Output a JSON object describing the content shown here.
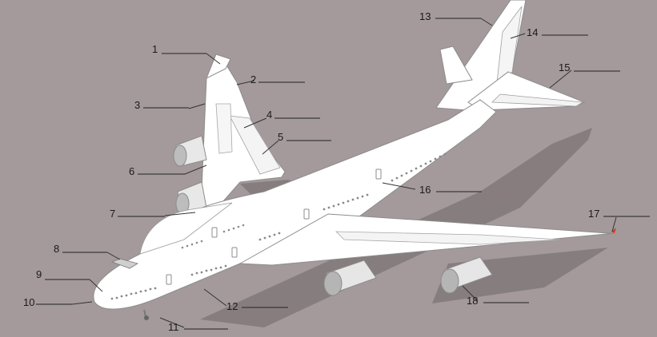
{
  "diagram": {
    "subject": "airplane-part-labels",
    "callouts": [
      {
        "id": "1",
        "label": "1",
        "answer": ""
      },
      {
        "id": "2",
        "label": "2",
        "answer": ""
      },
      {
        "id": "3",
        "label": "3",
        "answer": ""
      },
      {
        "id": "4",
        "label": "4",
        "answer": ""
      },
      {
        "id": "5",
        "label": "5",
        "answer": ""
      },
      {
        "id": "6",
        "label": "6",
        "answer": ""
      },
      {
        "id": "7",
        "label": "7",
        "answer": ""
      },
      {
        "id": "8",
        "label": "8",
        "answer": ""
      },
      {
        "id": "9",
        "label": "9",
        "answer": ""
      },
      {
        "id": "10",
        "label": "10",
        "answer": ""
      },
      {
        "id": "11",
        "label": "11",
        "answer": ""
      },
      {
        "id": "12",
        "label": "12",
        "answer": ""
      },
      {
        "id": "13",
        "label": "13",
        "answer": ""
      },
      {
        "id": "14",
        "label": "14",
        "answer": ""
      },
      {
        "id": "15",
        "label": "15",
        "answer": ""
      },
      {
        "id": "16",
        "label": "16",
        "answer": ""
      },
      {
        "id": "17",
        "label": "17",
        "answer": ""
      },
      {
        "id": "18",
        "label": "18",
        "answer": ""
      }
    ]
  },
  "colors": {
    "background": "#a49a9b",
    "aircraft": "#ffffff",
    "outline": "#8c8c8c",
    "shadow": "#6f6668",
    "label_text": "#1a1a1a",
    "answer_line": "#222222",
    "leader_line": "#333333"
  }
}
